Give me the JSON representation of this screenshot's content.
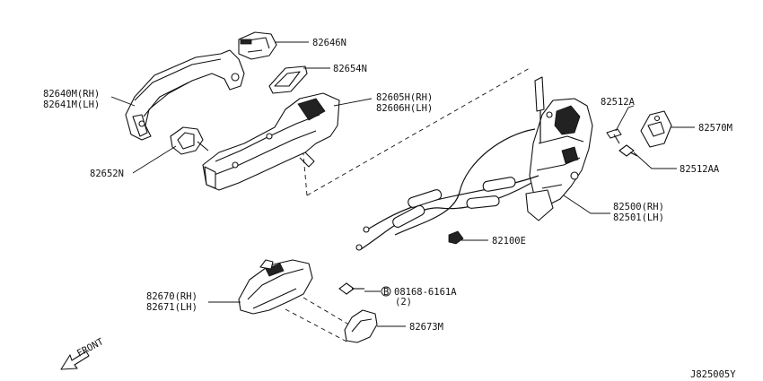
{
  "diagram_code": "J825005Y",
  "front_label": "FRONT",
  "parts": {
    "p82646N": "82646N",
    "p82654N": "82654N",
    "p82640M": "82640M(RH)",
    "p82641M": "82641M(LH)",
    "p82605H": "82605H(RH)",
    "p82606H": "82606H(LH)",
    "p82652N": "82652N",
    "p82512A": "82512A",
    "p82570M": "82570M",
    "p82512AA": "82512AA",
    "p82500": "82500(RH)",
    "p82501": "82501(LH)",
    "p82100E": "82100E",
    "p82670": "82670(RH)",
    "p82671": "82671(LH)",
    "p08168": "08168-6161A",
    "p08168_qty": "(2)",
    "p08168_prefix": "B",
    "p82673M": "82673M"
  }
}
